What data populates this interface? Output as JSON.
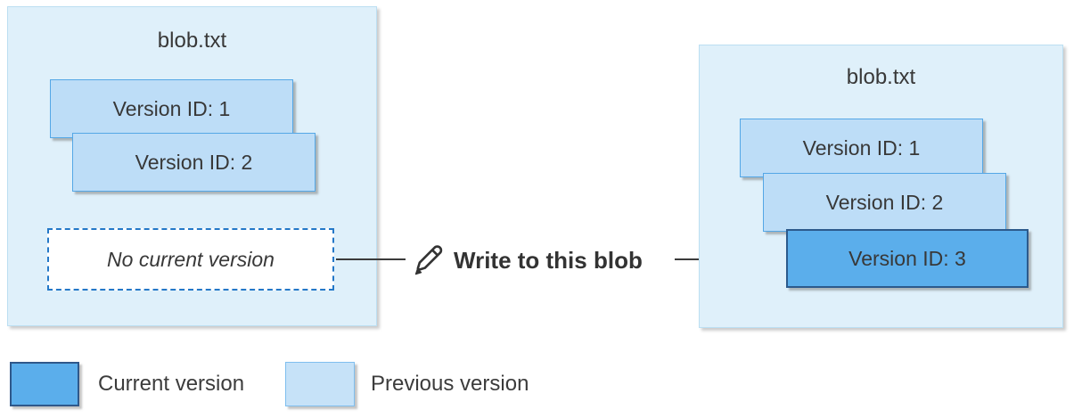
{
  "diagram": {
    "left_blob": {
      "title": "blob.txt",
      "versions": [
        {
          "label": "Version ID: 1",
          "state": "previous"
        },
        {
          "label": "Version ID: 2",
          "state": "previous"
        }
      ],
      "no_current": {
        "label": "No current version"
      }
    },
    "action": {
      "icon": "pencil-icon",
      "label": "Write to this blob"
    },
    "right_blob": {
      "title": "blob.txt",
      "versions": [
        {
          "label": "Version ID: 1",
          "state": "previous"
        },
        {
          "label": "Version ID: 2",
          "state": "previous"
        },
        {
          "label": "Version ID: 3",
          "state": "current"
        }
      ]
    },
    "legend": {
      "items": [
        {
          "label": "Current version",
          "swatch": "current",
          "color": "#5BAEEB"
        },
        {
          "label": "Previous version",
          "swatch": "previous",
          "color": "#C6E2F8"
        }
      ]
    },
    "colors": {
      "container_fill": "#DFF0FA",
      "container_border": "#BCDFF2",
      "previous_fill": "#BDDDF7",
      "previous_border": "#54A7E6",
      "current_fill": "#5BAEEB",
      "current_border": "#2C5A8C",
      "dashed_border": "#2478C8",
      "arrow": "#3B3B3B",
      "text": "#383838"
    }
  }
}
